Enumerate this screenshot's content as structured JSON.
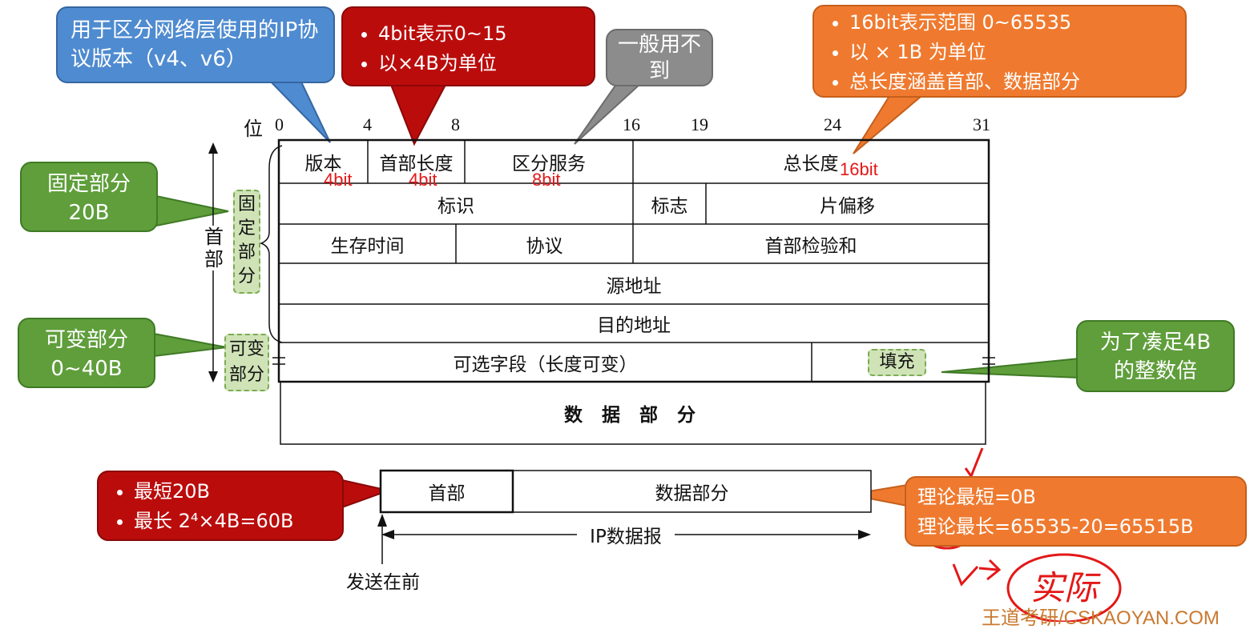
{
  "callouts": {
    "version_desc": "用于区分网络层使用的IP协议版本（v4、v6）",
    "hlen": [
      "4bit表示0~15",
      "以×4B为单位"
    ],
    "tos": "一般用不到",
    "totlen": [
      "16bit表示范围 0~65535",
      "以 × 1B 为单位",
      "总长度涵盖首部、数据部分"
    ],
    "fixed": [
      "固定部分",
      "20B"
    ],
    "variable": [
      "可变部分",
      "0~40B"
    ],
    "padding": [
      "为了凑足4B",
      "的整数倍"
    ],
    "header_size": [
      "最短20B",
      "最长 2⁴×4B=60B"
    ],
    "theory": [
      "理论最短=0B",
      "理论最长=65535-20=65515B"
    ]
  },
  "header": {
    "bit_label": "位",
    "ticks": [
      "0",
      "4",
      "8",
      "16",
      "19",
      "24",
      "31"
    ],
    "row1": {
      "version": "版本",
      "hlen": "首部长度",
      "tos": "区分服务",
      "totlen": "总长度"
    },
    "row1_bits": {
      "version": "4bit",
      "hlen": "4bit",
      "tos": "8bit",
      "totlen": "16bit"
    },
    "row2": {
      "id": "标识",
      "flags": "标志",
      "frag": "片偏移"
    },
    "row3": {
      "ttl": "生存时间",
      "proto": "协议",
      "checksum": "首部检验和"
    },
    "src": "源地址",
    "dst": "目的地址",
    "options": "可选字段（长度可变）",
    "padding": "填充",
    "data": "数 据 部 分"
  },
  "side": {
    "head_label": "首部",
    "fixed_tag": "固定部分",
    "variable_tag": "可变部分"
  },
  "packet": {
    "header": "首部",
    "data": "数据部分",
    "datagram": "IP数据报",
    "send_first": "发送在前"
  },
  "handwriting": "实际",
  "watermark": "王道考研/CSKAOYAN.COM",
  "colors": {
    "blue": "#4f8bd0",
    "red": "#bb0c0c",
    "gray": "#8c8c8c",
    "orange": "#ef7a2f",
    "green": "#5f9e3b",
    "bit_red": "#e31818"
  }
}
